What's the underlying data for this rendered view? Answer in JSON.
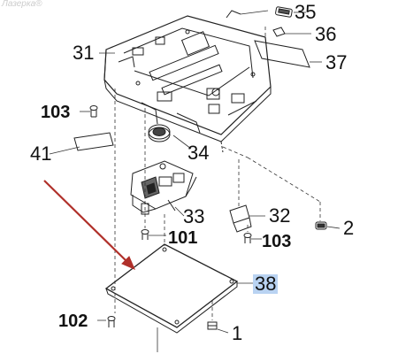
{
  "watermark": "Лазерка®",
  "labels": {
    "p35": "35",
    "p36": "36",
    "p31": "31",
    "p37": "37",
    "p103a": "103",
    "p41": "41",
    "p34": "34",
    "p33": "33",
    "p32": "32",
    "p2": "2",
    "p101": "101",
    "p103b": "103",
    "p38": "38",
    "p102": "102",
    "p1": "1"
  },
  "highlight_color": "#b9d3f2",
  "arrow_color": "#b0302a"
}
